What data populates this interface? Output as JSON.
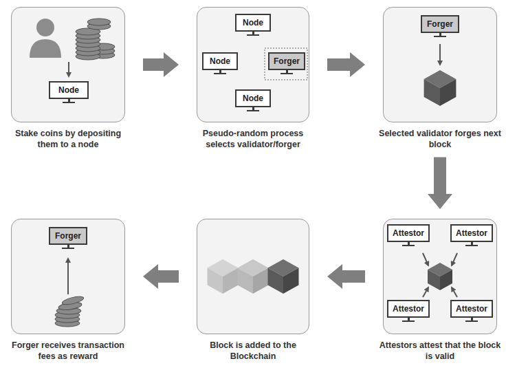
{
  "diagram": {
    "nodes": [
      {
        "text": [
          "Stake coins by depositing them to a node"
        ]
      },
      {
        "text": [
          "Node"
        ],
        "in": 0
      },
      {
        "text": [
          "Pseudo-random process selects validator/forger"
        ]
      },
      {
        "text": [
          "Node"
        ],
        "in": 2
      },
      {
        "text": [
          "Node"
        ],
        "in": 2
      },
      {
        "text": [
          "Forger"
        ],
        "in": 2
      },
      {
        "text": [
          "Node"
        ],
        "in": 2
      },
      {
        "text": [
          "Selected validator forges next block"
        ]
      },
      {
        "text": [
          "Forger"
        ],
        "in": 7
      },
      {
        "text": [
          "Forger receives transaction fees as reward"
        ]
      },
      {
        "text": [
          "Forger"
        ],
        "in": 9
      },
      {
        "text": [
          "Block is added to the Blockchain"
        ]
      },
      {
        "text": [
          "Attestors attest that the block is valid"
        ]
      },
      {
        "text": [
          "Attestor"
        ],
        "in": 12
      },
      {
        "text": [
          "Attestor"
        ],
        "in": 12
      },
      {
        "text": [
          "Attestor"
        ],
        "in": 12
      },
      {
        "text": [
          "Attestor"
        ],
        "in": 12
      }
    ],
    "edges": [
      {
        "from": 0,
        "to": 2,
        "arrow": "to"
      },
      {
        "from": 2,
        "to": 7,
        "arrow": "to"
      },
      {
        "from": 7,
        "to": 12,
        "arrow": "to"
      },
      {
        "from": 12,
        "to": 11,
        "arrow": "to"
      },
      {
        "from": 11,
        "to": 9,
        "arrow": "to"
      }
    ]
  }
}
